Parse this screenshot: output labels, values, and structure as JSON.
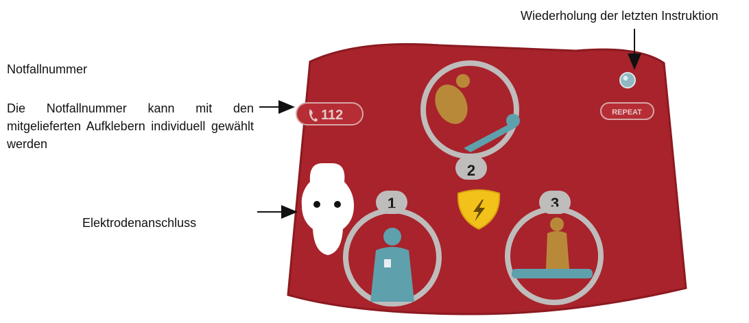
{
  "labels": {
    "emergency_title": "Notfallnummer",
    "emergency_description": "Die Notfallnummer kann mit den mitgelieferten Aufklebern individuell gewählt werden",
    "electrode_port": "Elektrodenanschluss",
    "repeat_instruction": "Wiederholung der letzten Instruktion"
  },
  "device": {
    "phone_label": "112",
    "repeat_button_label": "REPEAT",
    "steps": [
      {
        "number": "1"
      },
      {
        "number": "2"
      },
      {
        "number": "3"
      }
    ]
  },
  "colors": {
    "panel": "#a8232b",
    "panel_edge": "#8c1a21",
    "ring": "#bfbcbc",
    "figure_blue": "#5fa0ad",
    "figure_gold": "#b9893a",
    "shock_yellow": "#f2c21a",
    "electrode_white": "#ffffff"
  }
}
